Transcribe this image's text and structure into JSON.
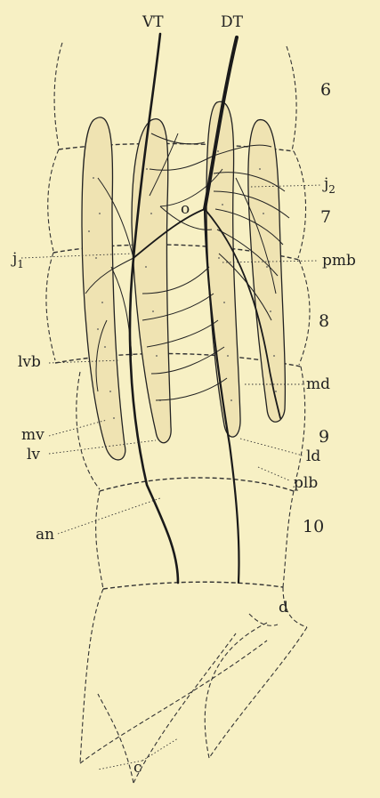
{
  "figure": {
    "trunk_labels": {
      "ventral": "VT",
      "dorsal": "DT"
    },
    "segment_numbers": [
      "6",
      "7",
      "8",
      "9",
      "10"
    ],
    "part_labels": {
      "j2": "j",
      "j2_sub": "2",
      "o": "o",
      "j1": "j",
      "j1_sub": "1",
      "pmb": "pmb",
      "lvb": "lvb",
      "md": "md",
      "mv": "mv",
      "ld": "ld",
      "lv": "lv",
      "plb": "plb",
      "an": "an",
      "d": "d",
      "c": "c"
    },
    "colors": {
      "background": "#f7f0c4",
      "ink": "#222222",
      "organ_fill": "#efe3b2"
    }
  }
}
